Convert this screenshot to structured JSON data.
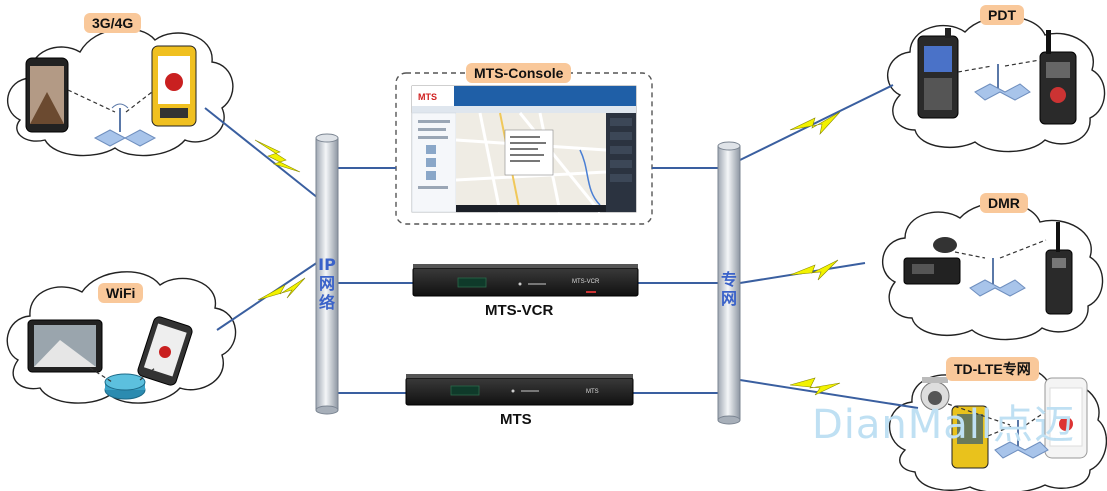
{
  "nodes": {
    "net_3g4g": "3G/4G",
    "wifi": "WiFi",
    "pdt": "PDT",
    "dmr": "DMR",
    "tdlte": "TD-LTE专网",
    "console": "MTS-Console",
    "vcr": "MTS-VCR",
    "mts": "MTS"
  },
  "buses": {
    "ip_network": "IP\n网\n络",
    "private_network": "专\n网"
  },
  "device_labels": {
    "vcr_front": "MTS-VCR",
    "mts_front": "MTS"
  },
  "watermark": "DianMall点迈",
  "colors": {
    "label_bg": "#f9c89a",
    "bus_text": "#3a62c9",
    "link": "#3a5fa0",
    "lightning": "#f2f200"
  }
}
